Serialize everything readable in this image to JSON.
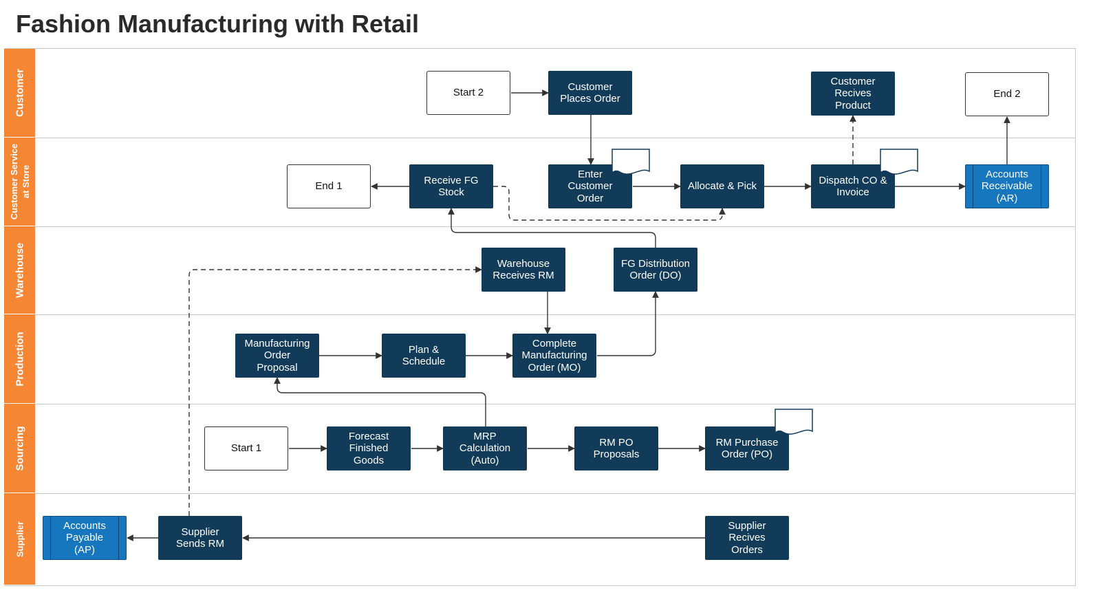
{
  "title": "Fashion Manufacturing with Retail",
  "colors": {
    "lane_header": "#f58634",
    "process": "#123b5a",
    "financial": "#1677bf",
    "terminal_border": "#333333",
    "connector": "#333333"
  },
  "lanes": [
    {
      "id": "customer",
      "label": "Customer"
    },
    {
      "id": "customer-service",
      "label": "Customer Service\nat Store"
    },
    {
      "id": "warehouse",
      "label": "Warehouse"
    },
    {
      "id": "production",
      "label": "Production"
    },
    {
      "id": "sourcing",
      "label": "Sourcing"
    },
    {
      "id": "supplier",
      "label": "Supplier"
    }
  ],
  "nodes": {
    "start2": "Start 2",
    "customer_places_order": "Customer\nPlaces Order",
    "customer_receives_product": "Customer\nRecives\nProduct",
    "end2": "End 2",
    "end1": "End 1",
    "receive_fg_stock": "Receive FG\nStock",
    "enter_customer_order": "Enter\nCustomer\nOrder",
    "allocate_pick": "Allocate & Pick",
    "dispatch_co_invoice": "Dispatch CO &\nInvoice",
    "accounts_receivable": "Accounts\nReceivable\n(AR)",
    "warehouse_receives_rm": "Warehouse\nReceives RM",
    "fg_distribution_order": "FG Distribution\nOrder (DO)",
    "manufacturing_order_proposal": "Manufacturing\nOrder\nProposal",
    "plan_schedule": "Plan &\nSchedule",
    "complete_mo": "Complete\nManufacturing\nOrder (MO)",
    "start1": "Start 1",
    "forecast_finished_goods": "Forecast\nFinished\nGoods",
    "mrp_calculation": "MRP\nCalculation\n(Auto)",
    "rm_po_proposals": "RM PO\nProposals",
    "rm_purchase_order": "RM Purchase\nOrder (PO)",
    "accounts_payable": "Accounts\nPayable\n(AP)",
    "supplier_sends_rm": "Supplier\nSends RM",
    "supplier_receives_orders": "Supplier\nRecives\nOrders"
  },
  "edges": [
    {
      "from": "start2",
      "to": "customer_places_order",
      "style": "solid"
    },
    {
      "from": "customer_places_order",
      "to": "enter_customer_order",
      "style": "solid"
    },
    {
      "from": "enter_customer_order",
      "to": "allocate_pick",
      "style": "solid"
    },
    {
      "from": "allocate_pick",
      "to": "dispatch_co_invoice",
      "style": "solid"
    },
    {
      "from": "dispatch_co_invoice",
      "to": "accounts_receivable",
      "style": "solid"
    },
    {
      "from": "dispatch_co_invoice",
      "to": "customer_receives_product",
      "style": "dashed"
    },
    {
      "from": "accounts_receivable",
      "to": "end2",
      "style": "solid"
    },
    {
      "from": "receive_fg_stock",
      "to": "end1",
      "style": "solid"
    },
    {
      "from": "receive_fg_stock",
      "to": "allocate_pick",
      "style": "dashed"
    },
    {
      "from": "fg_distribution_order",
      "to": "receive_fg_stock",
      "style": "solid"
    },
    {
      "from": "warehouse_receives_rm",
      "to": "complete_mo",
      "style": "solid"
    },
    {
      "from": "complete_mo",
      "to": "fg_distribution_order",
      "style": "solid"
    },
    {
      "from": "manufacturing_order_proposal",
      "to": "plan_schedule",
      "style": "solid"
    },
    {
      "from": "plan_schedule",
      "to": "complete_mo",
      "style": "solid"
    },
    {
      "from": "mrp_calculation",
      "to": "manufacturing_order_proposal",
      "style": "solid"
    },
    {
      "from": "start1",
      "to": "forecast_finished_goods",
      "style": "solid"
    },
    {
      "from": "forecast_finished_goods",
      "to": "mrp_calculation",
      "style": "solid"
    },
    {
      "from": "mrp_calculation",
      "to": "rm_po_proposals",
      "style": "solid"
    },
    {
      "from": "rm_po_proposals",
      "to": "rm_purchase_order",
      "style": "solid"
    },
    {
      "from": "supplier_receives_orders",
      "to": "supplier_sends_rm",
      "style": "solid"
    },
    {
      "from": "supplier_sends_rm",
      "to": "accounts_payable",
      "style": "solid"
    },
    {
      "from": "supplier_sends_rm",
      "to": "warehouse_receives_rm",
      "style": "dashed"
    }
  ]
}
